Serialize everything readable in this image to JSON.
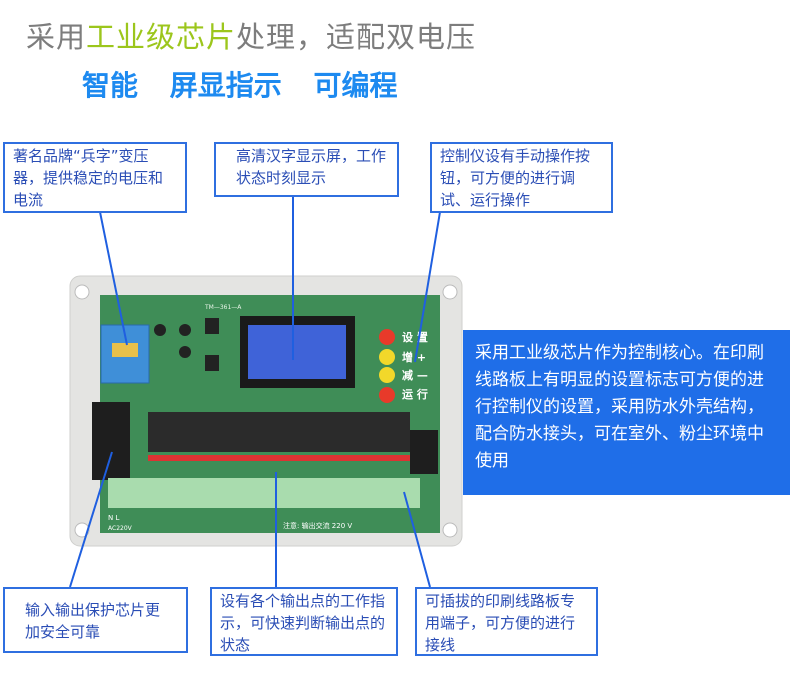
{
  "headline": {
    "part1": "采用",
    "highlight": "工业级芯片",
    "part2": "处理，适配双电压"
  },
  "subheadline": [
    "智能",
    "屏显指示",
    "可编程"
  ],
  "callouts": {
    "transformer": "著名品牌“兵字”变压器，提供稳定的电压和电流",
    "display": "高清汉字显示屏，工作状态时刻显示",
    "buttons": "控制仪设有手动操作按钮，可方便的进行调试、运行操作",
    "protection": "输入输出保护芯片更加安全可靠",
    "indicators": "设有各个输出点的工作指示，可快速判断输出点的状态",
    "terminals": "可插拔的印刷线路板专用端子，可方便的进行接线"
  },
  "feature_box": "采用工业级芯片作为控制核心。在印刷线路板上有明显的设置标志可方便的进行控制仪的设置，采用防水外壳结构，配合防水接头，可在室外、粉尘环境中使用",
  "board": {
    "model": "TM—361—A",
    "button_labels": [
      "设 置",
      "增 +",
      "减 —",
      "运 行"
    ],
    "notice": "注意: 输出交流 220 V",
    "power_labels": "N  L",
    "power_voltage": "AC220V"
  },
  "colors": {
    "accent_blue": "#1d8af0",
    "highlight_green": "#9cc61c",
    "callout_border": "#2f6fe0",
    "feature_bg": "#1f6ee8"
  }
}
